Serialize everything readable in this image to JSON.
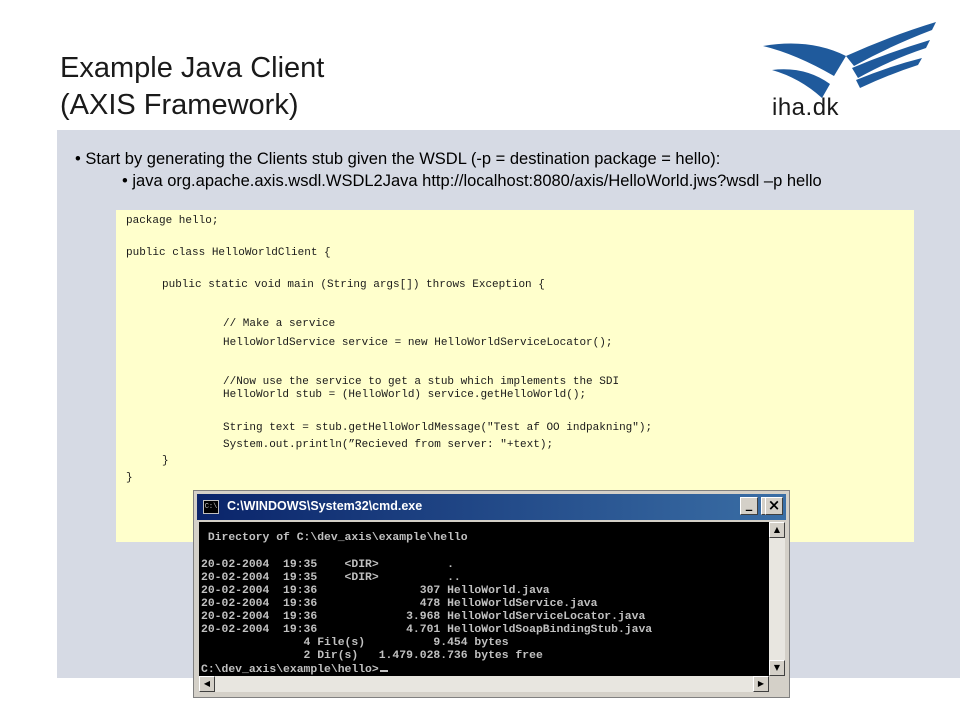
{
  "slide": {
    "title_line1": "Example Java Client",
    "title_line2": "(AXIS Framework)",
    "logo_text": "iha.dk",
    "bullet1": "• Start by generating the Clients stub given the WSDL (-p = destination package = hello):",
    "bullet2": "• java org.apache.axis.wsdl.WSDL2Java http://localhost:8080/axis/HelloWorld.jws?wsdl –p hello"
  },
  "code": {
    "lines": [
      "package hello;",
      "public class HelloWorldClient {",
      "public static void main (String args[]) throws Exception {",
      "// Make a service",
      "HelloWorldService service = new HelloWorldServiceLocator();",
      "//Now use the service to get a stub which implements the SDI",
      "HelloWorld stub = (HelloWorld) service.getHelloWorld();",
      "String text = stub.getHelloWorldMessage(\"Test af OO indpakning\");",
      "System.out.println(”Recieved from server: \"+text);",
      "}",
      "}"
    ]
  },
  "cmd": {
    "icon": "C:\\",
    "title": "C:\\WINDOWS\\System32\\cmd.exe",
    "buttons": {
      "minimize": "_",
      "maximize": "□",
      "close": "×"
    },
    "scroll_arrows": {
      "up": "▲",
      "down": "▼",
      "left": "◀",
      "right": "▶"
    },
    "lines": [
      " Directory of C:\\dev_axis\\example\\hello",
      "20-02-2004  19:35    <DIR>          .",
      "20-02-2004  19:35    <DIR>          ..",
      "20-02-2004  19:36               307 HelloWorld.java",
      "20-02-2004  19:36               478 HelloWorldService.java",
      "20-02-2004  19:36             3.968 HelloWorldServiceLocator.java",
      "20-02-2004  19:36             4.701 HelloWorldSoapBindingStub.java",
      "               4 File(s)          9.454 bytes",
      "               2 Dir(s)   1.479.028.736 bytes free",
      "C:\\dev_axis\\example\\hello>"
    ]
  },
  "colors": {
    "panel": "#d6dae4",
    "code_bg": "#ffffcc",
    "logo_blue": "#1f5a9c",
    "cmd_title": "#0a246a"
  },
  "icons": [
    "iha-logo-icon",
    "cmd-app-icon",
    "minimize-icon",
    "maximize-icon",
    "close-icon",
    "scroll-up-icon",
    "scroll-down-icon",
    "scroll-left-icon",
    "scroll-right-icon"
  ]
}
